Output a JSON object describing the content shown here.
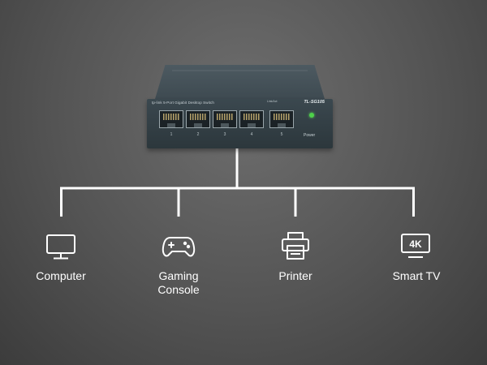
{
  "switch": {
    "brand": "tp-link",
    "description": "5-Port Gigabit Desktop Switch",
    "model": "TL-SG105",
    "link_act_label": "Link/Act",
    "power_label": "Power",
    "ports": [
      "1",
      "2",
      "3",
      "4",
      "5"
    ],
    "led_color": "#4ed14a"
  },
  "colors": {
    "line": "#ffffff",
    "icon": "#ffffff",
    "background": "#545454"
  },
  "devices": [
    {
      "label": "Computer",
      "icon": "monitor-icon"
    },
    {
      "label": "Gaming\nConsole",
      "icon": "gamepad-icon"
    },
    {
      "label": "Printer",
      "icon": "printer-icon"
    },
    {
      "label": "Smart TV",
      "icon": "tv-4k-icon",
      "badge": "4K"
    }
  ]
}
